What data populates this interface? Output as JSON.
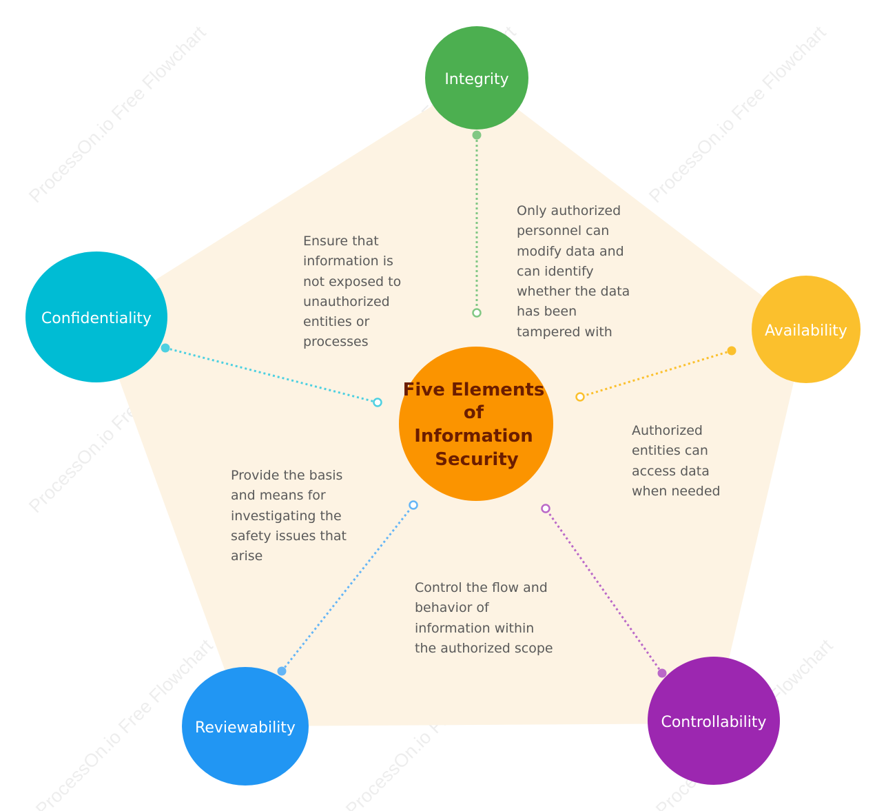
{
  "diagram": {
    "center": {
      "lines": [
        "Five Elements",
        "of",
        "Information",
        "Security"
      ],
      "color": "#fb9400"
    },
    "nodes": {
      "integrity": {
        "label": "Integrity",
        "color": "#4caf50",
        "connector_color": "#81c784",
        "description": "Only authorized\npersonnel can\nmodify data and\ncan identify\nwhether the data\nhas been\ntampered with"
      },
      "confidentiality": {
        "label": "Confidentiality",
        "color": "#00bcd4",
        "connector_color": "#4dd0e1",
        "description": "Ensure that\ninformation is\nnot exposed to\nunauthorized\nentities or\nprocesses"
      },
      "availability": {
        "label": "Availability",
        "color": "#fbc02d",
        "connector_color": "#fbc02d",
        "description": "Authorized\nentities can\naccess data\nwhen needed"
      },
      "reviewability": {
        "label": "Reviewability",
        "color": "#2196f3",
        "connector_color": "#64b5f6",
        "description": "Provide the basis\nand means for\ninvestigating the\nsafety issues that\narise"
      },
      "controllability": {
        "label": "Controllability",
        "color": "#9c27b0",
        "connector_color": "#ba68c8",
        "description": "Control the flow and\nbehavior of\ninformation within\nthe authorized scope"
      }
    },
    "pentagon_color": "#fdf3e3",
    "watermark": "ProcessOn.io Free Flowchart"
  }
}
